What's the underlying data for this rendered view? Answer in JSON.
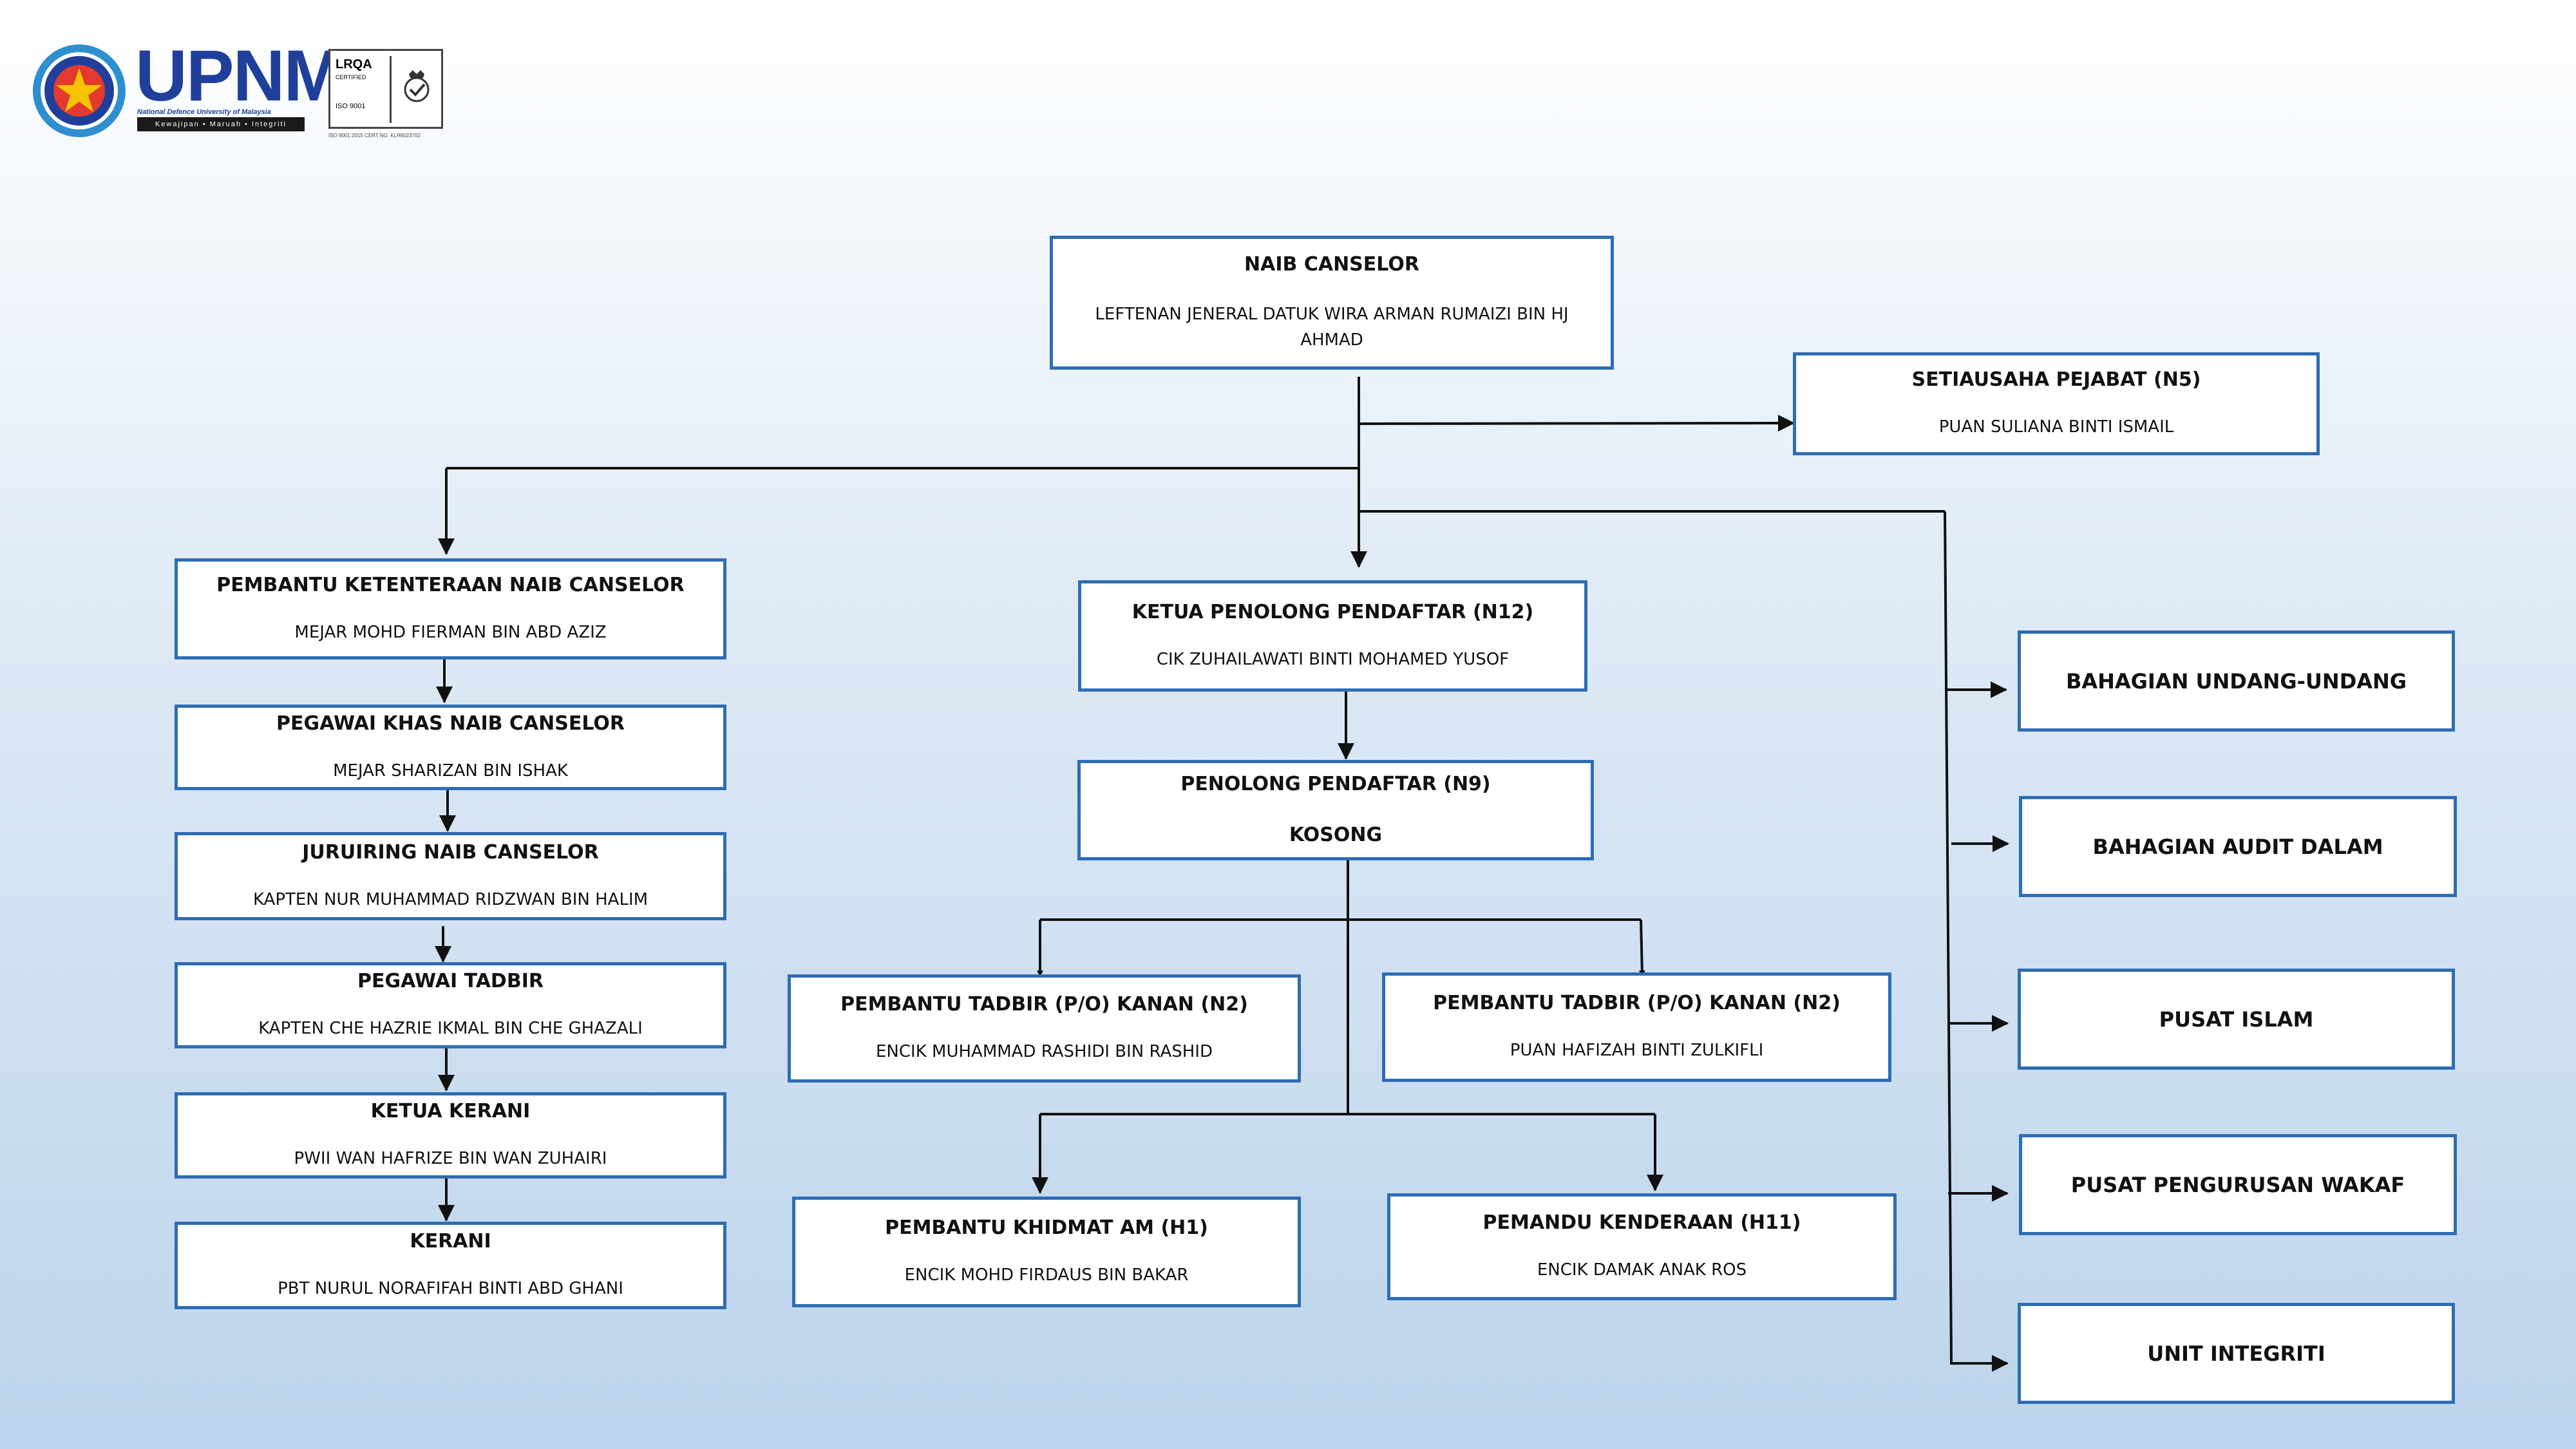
{
  "logo": {
    "brand": "UPNM",
    "subtitle": "National Defence University of Malaysia",
    "motto": "Kewajipan  •  Maruah  •  Integriti",
    "cert_line1": "LRQA",
    "cert_line2": "CERTIFIED",
    "cert_line3": "ISO 9001",
    "cert_caption": "ISO 9001:2015 CERT NO. KLR6023702"
  },
  "top": {
    "title": "NAIB CANSELOR",
    "name": "LEFTENAN JENERAL DATUK WIRA ARMAN RUMAIZI BIN HJ AHMAD"
  },
  "secretary": {
    "title": "SETIAUSAHA PEJABAT (N5)",
    "name": "PUAN SULIANA BINTI ISMAIL"
  },
  "left_chain": [
    {
      "title": "PEMBANTU KETENTERAAN NAIB CANSELOR",
      "name": "MEJAR MOHD FIERMAN BIN ABD AZIZ"
    },
    {
      "title": "PEGAWAI KHAS NAIB CANSELOR",
      "name": "MEJAR SHARIZAN BIN ISHAK"
    },
    {
      "title": "JURUIRING NAIB CANSELOR",
      "name": "KAPTEN NUR MUHAMMAD RIDZWAN BIN HALIM"
    },
    {
      "title": "PEGAWAI TADBIR",
      "name": "KAPTEN CHE HAZRIE IKMAL BIN CHE GHAZALI"
    },
    {
      "title": "KETUA KERANI",
      "name": "PWII WAN HAFRIZE BIN WAN ZUHAIRI"
    },
    {
      "title": "KERANI",
      "name": "PBT NURUL NORAFIFAH BINTI ABD GHANI"
    }
  ],
  "middle": {
    "head": {
      "title": "KETUA PENOLONG PENDAFTAR (N12)",
      "name": "CIK ZUHAILAWATI BINTI MOHAMED YUSOF"
    },
    "assistant": {
      "title": "PENOLONG PENDAFTAR (N9)",
      "name": "KOSONG"
    },
    "staff": [
      {
        "title": "PEMBANTU TADBIR (P/O) KANAN (N2)",
        "name": "ENCIK MUHAMMAD RASHIDI BIN RASHID"
      },
      {
        "title": "PEMBANTU TADBIR (P/O) KANAN (N2)",
        "name": "PUAN HAFIZAH BINTI ZULKIFLI"
      },
      {
        "title": "PEMBANTU KHIDMAT AM (H1)",
        "name": "ENCIK MOHD FIRDAUS BIN BAKAR"
      },
      {
        "title": "PEMANDU KENDERAAN (H11)",
        "name": "ENCIK DAMAK ANAK ROS"
      }
    ]
  },
  "units": [
    "BAHAGIAN UNDANG-UNDANG",
    "BAHAGIAN AUDIT DALAM",
    "PUSAT ISLAM",
    "PUSAT PENGURUSAN WAKAF",
    "UNIT INTEGRITI"
  ],
  "colors": {
    "border": "#2e6db4",
    "line": "#111111",
    "brand": "#1f3f9a"
  }
}
